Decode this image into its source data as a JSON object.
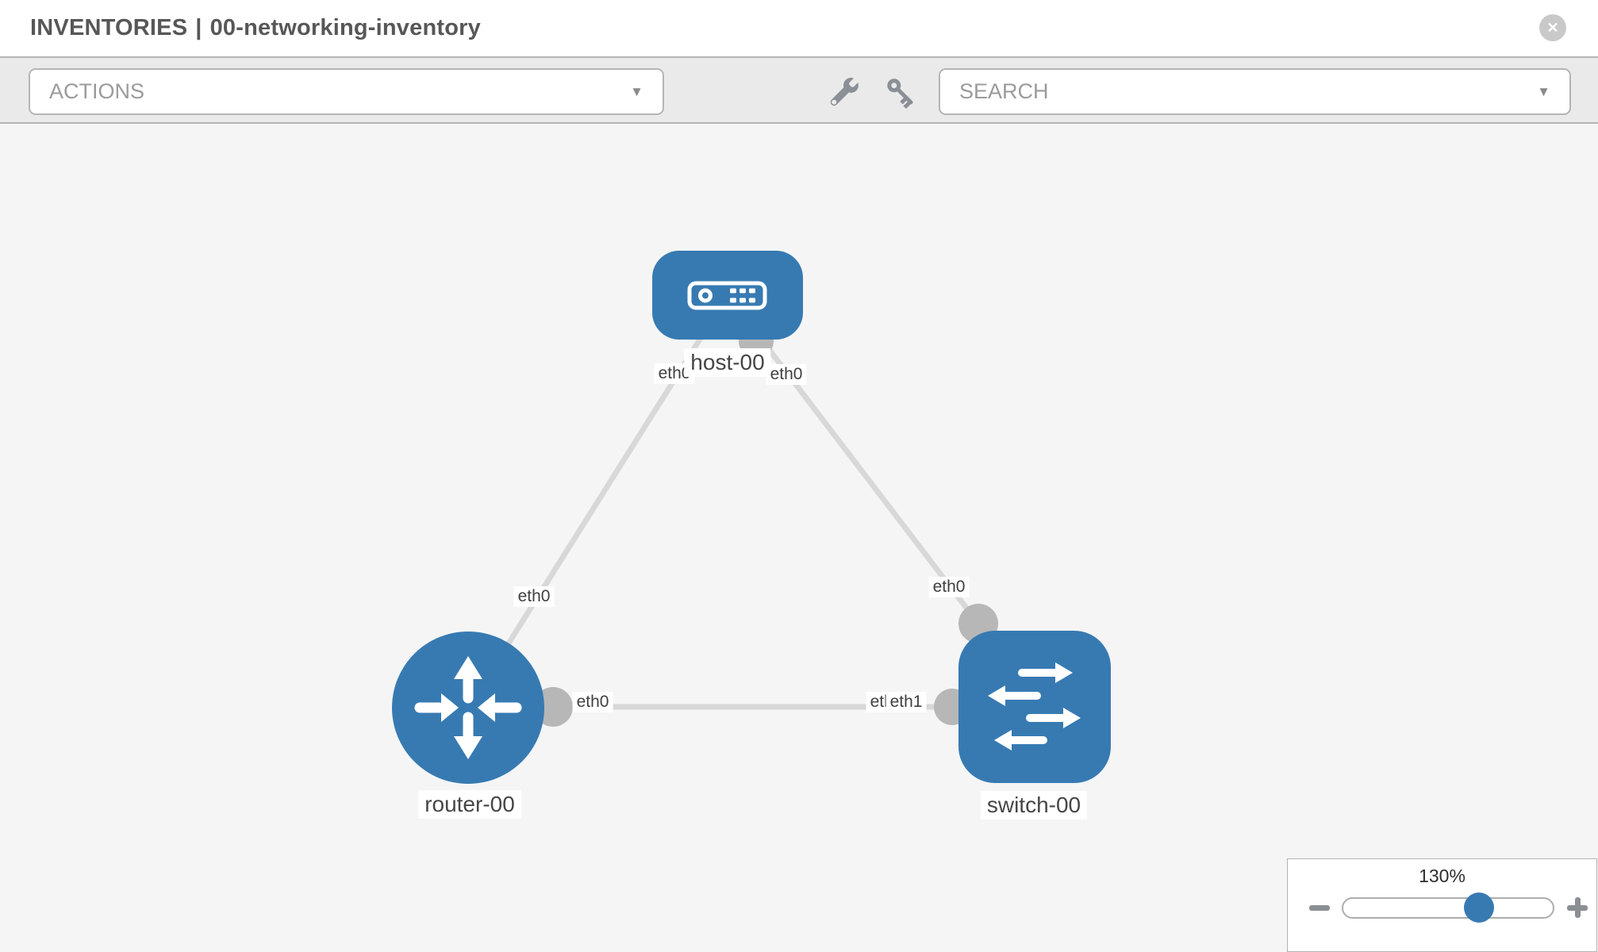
{
  "header": {
    "section": "INVENTORIES",
    "separator": "|",
    "name": "00-networking-inventory",
    "close_glyph": "✕"
  },
  "toolbar": {
    "actions_label": "ACTIONS",
    "search_label": "SEARCH",
    "caret_glyph": "▼",
    "icons": [
      "wrench-icon",
      "key-icon"
    ]
  },
  "topology": {
    "nodes": [
      {
        "id": "host-00",
        "type": "host",
        "label": "host-00"
      },
      {
        "id": "router-00",
        "type": "router",
        "label": "router-00"
      },
      {
        "id": "switch-00",
        "type": "switch",
        "label": "switch-00"
      }
    ],
    "links": [
      {
        "from": "router-00",
        "from_interface": "eth0",
        "to": "host-00",
        "to_interface": "eth0"
      },
      {
        "from": "host-00",
        "from_interface": "eth0",
        "to": "switch-00",
        "to_interface": "eth0"
      },
      {
        "from": "router-00",
        "from_interface": "eth0",
        "to": "switch-00",
        "to_interface": "eth1",
        "to_interface_underlay": "eth0"
      }
    ]
  },
  "zoom_control": {
    "value_label": "130%",
    "percent": 130
  },
  "colors": {
    "node_blue": "#377ab2",
    "link_gray": "#d8d8d8",
    "port_gray": "#b7b7b7",
    "canvas_bg": "#f5f5f5",
    "toolbar_bg": "#eaeaea",
    "slider_thumb": "#377ab2"
  }
}
